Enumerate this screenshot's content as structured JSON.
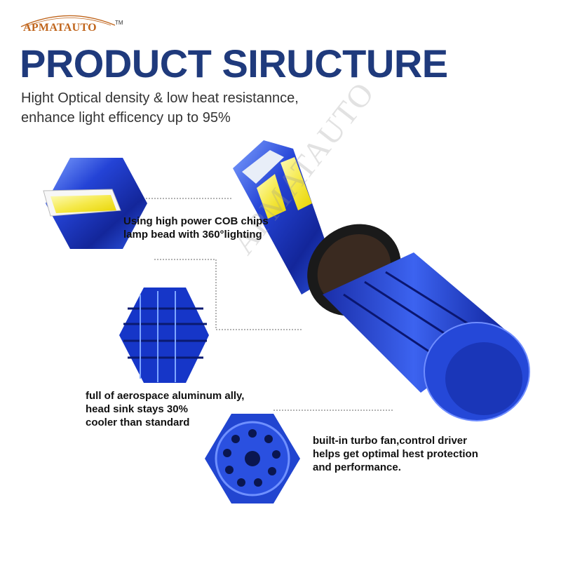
{
  "brand": {
    "name": "APMATAUTO",
    "tm": "TM"
  },
  "title": "PRODUCT SIRUCTURE",
  "subtitle": {
    "line1": "Hight Optical density & low heat resistannce,",
    "line2": "enhance light efficency up to 95%"
  },
  "callouts": [
    {
      "line1": "Using high power COB chips",
      "line2": "lamp bead with 360°lighting"
    },
    {
      "line1": "full of aerospace aluminum ally,",
      "line2": "head sink stays 30%",
      "line3": "cooler than standard"
    },
    {
      "line1": "built-in turbo fan,control driver",
      "line2": "helps get optimal hest protection",
      "line3": "and performance."
    }
  ],
  "watermark": "APMATAUTO",
  "colors": {
    "title": "#1f3a7c",
    "brand": "#c0651c",
    "product_blue": "#1f3fc4",
    "chip_yellow": "#f5e94a"
  }
}
